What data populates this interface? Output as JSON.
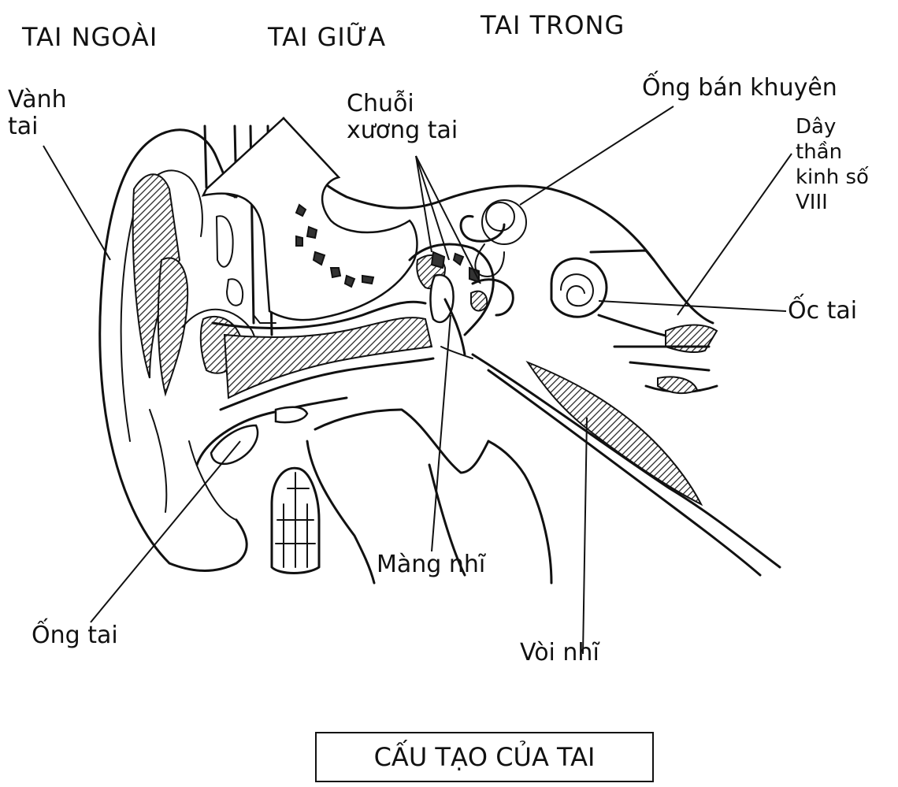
{
  "headers": {
    "outer": "TAI NGOÀI",
    "middle": "TAI GIỮA",
    "inner": "TAI TRONG"
  },
  "labels": {
    "pinna": "Vành\ntai",
    "ossicles": "Chuỗi\nxương tai",
    "semicircular": "Ống bán khuyên",
    "nerve": "Dây\nthần\nkinh số\nVIII",
    "cochlea": "Ốc tai",
    "eardrum": "Màng nhĩ",
    "canal": "Ống tai",
    "eustachian": "Vòi nhĩ"
  },
  "title": "CẤU TẠO CỦA TAI"
}
